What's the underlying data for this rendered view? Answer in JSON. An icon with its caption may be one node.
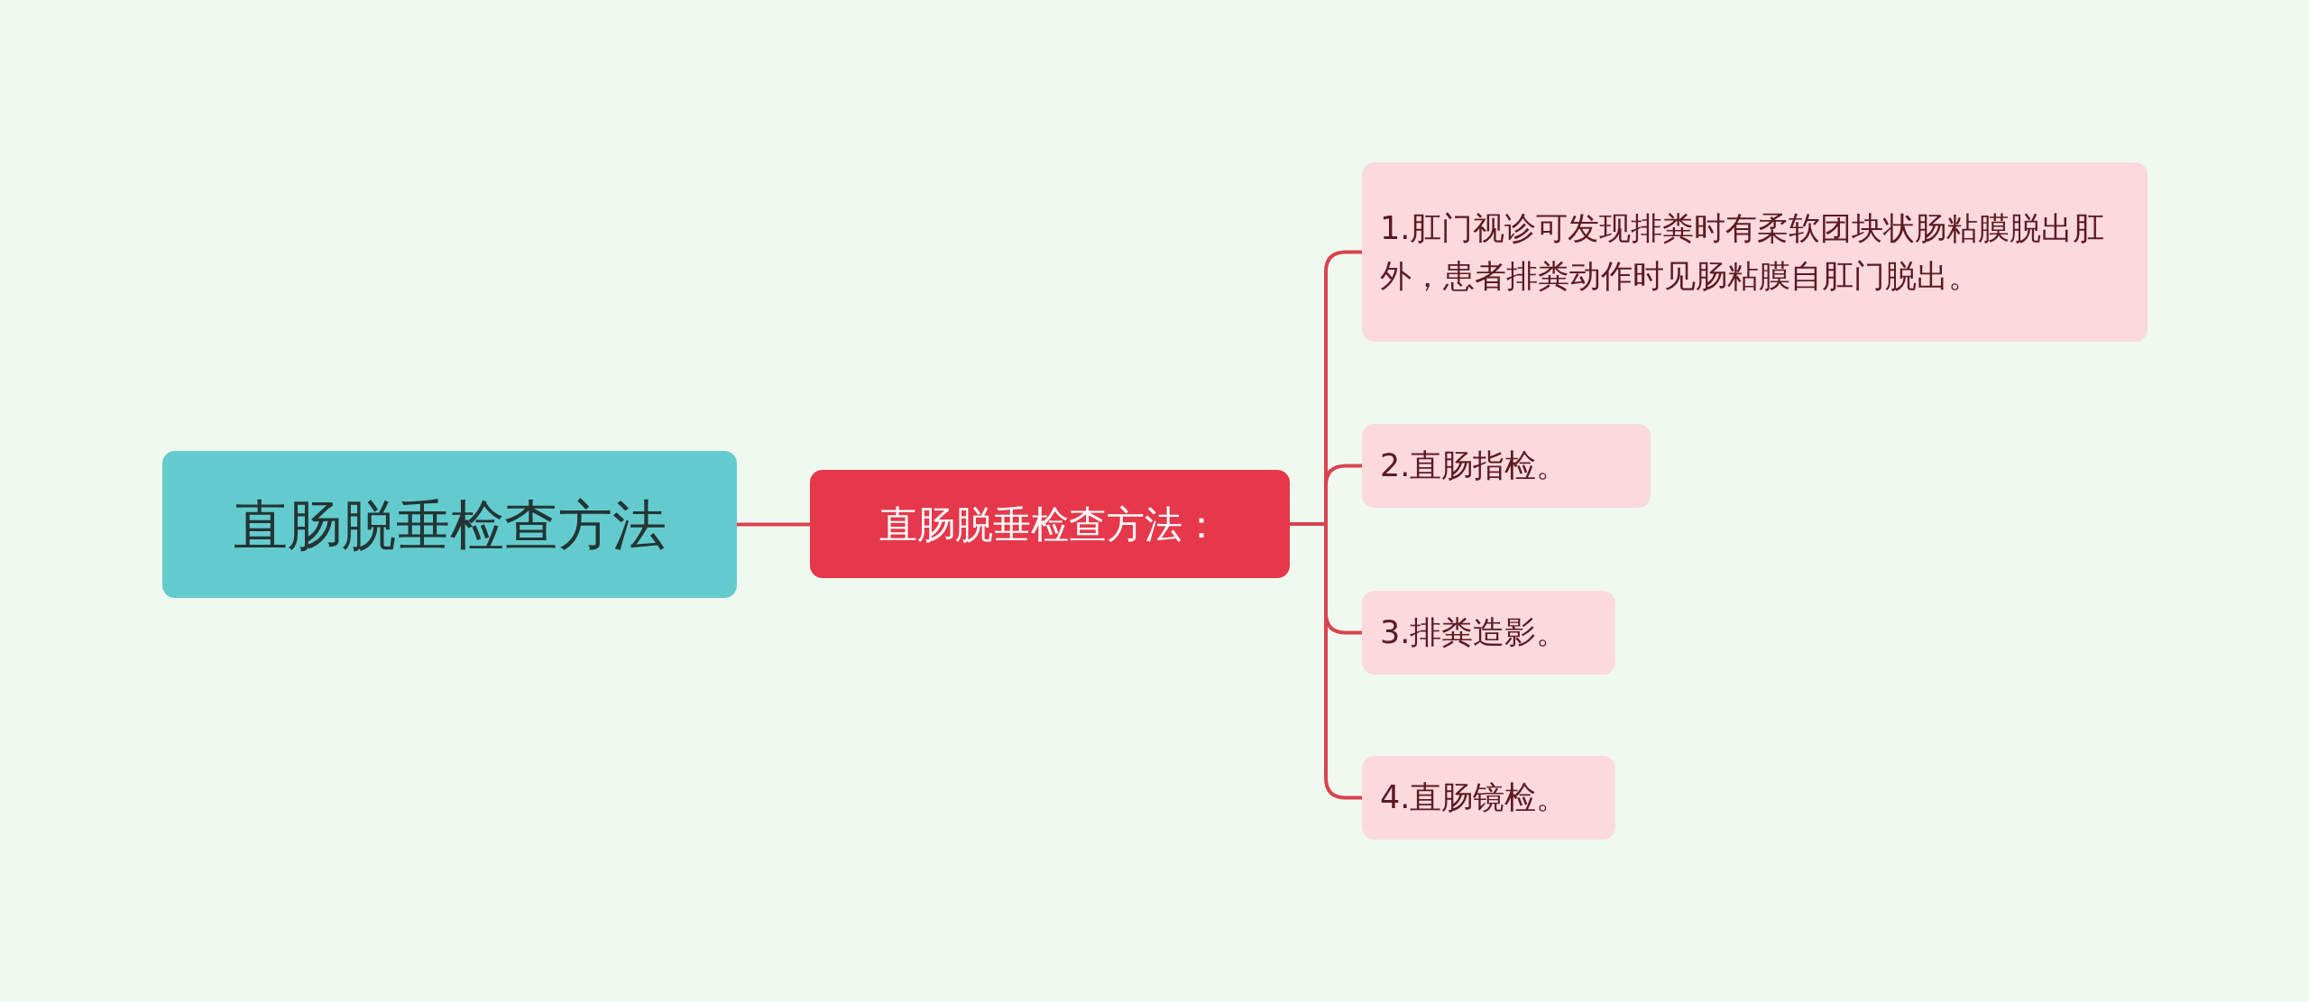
{
  "diagram": {
    "nodes": [
      {
        "text": [
          "直肠脱垂检查方法"
        ]
      },
      {
        "text": [
          "直肠脱垂检查方法："
        ]
      },
      {
        "text": [
          "1.肛门视诊可发现排粪时有柔软团块状肠粘膜脱出肛外，患者排粪动作时见肠粘膜自肛门脱出。"
        ]
      },
      {
        "text": [
          "2.直肠指检。"
        ]
      },
      {
        "text": [
          "3.排粪造影。"
        ]
      },
      {
        "text": [
          "4.直肠镜检。"
        ]
      }
    ],
    "edges": [
      {
        "from": 0,
        "to": 1,
        "arrow": "none"
      },
      {
        "from": 1,
        "to": 2,
        "arrow": "none"
      },
      {
        "from": 1,
        "to": 3,
        "arrow": "none"
      },
      {
        "from": 1,
        "to": 4,
        "arrow": "none"
      },
      {
        "from": 1,
        "to": 5,
        "arrow": "none"
      }
    ]
  }
}
